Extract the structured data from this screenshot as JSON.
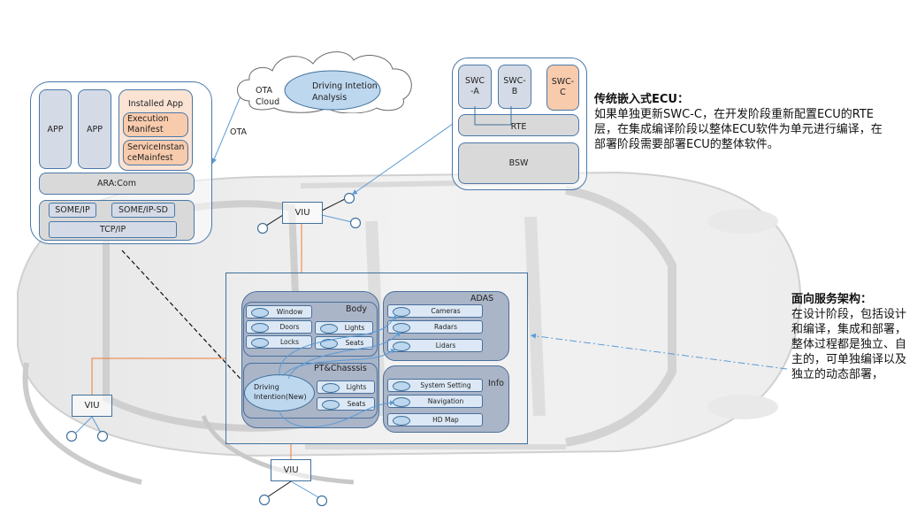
{
  "adaptive_platform": {
    "apps": [
      "APP",
      "APP"
    ],
    "installed_app": {
      "title": "Installed App",
      "items": [
        "Execution Manifest",
        "ServiceInstanceMainfest"
      ]
    },
    "middleware": "ARA:Com",
    "protocols": [
      "SOME/IP",
      "SOME/IP-SD",
      "TCP/IP"
    ]
  },
  "cloud": {
    "label_line1": "OTA",
    "label_line2": "Cloud",
    "service_line1": "Driving Intetion",
    "service_line2": "Analysis",
    "link_label": "OTA"
  },
  "classic_ecu": {
    "swcs": [
      {
        "line1": "SWC",
        "line2": "-A"
      },
      {
        "line1": "SWC-",
        "line2": "B"
      },
      {
        "line1": "SWC-",
        "line2": "C"
      }
    ],
    "rte": "RTE",
    "bsw": "BSW"
  },
  "viu_label": "VIU",
  "domains": {
    "body": {
      "title": "Body",
      "services": [
        "Window",
        "Doors",
        "Locks",
        "Lights",
        "Seats"
      ]
    },
    "adas": {
      "title": "ADAS",
      "services": [
        "Cameras",
        "Radars",
        "Lidars"
      ]
    },
    "pt_chassis": {
      "title": "PT&Chasssis",
      "driving_intention": "Driving Intention(New)",
      "driving_line1": "Driving",
      "driving_line2": "Intention(New)",
      "services": [
        "Lights",
        "Seats"
      ]
    },
    "info": {
      "title": "Info",
      "services": [
        "System Setting",
        "Navigation",
        "HD Map"
      ]
    }
  },
  "notes": {
    "traditional": {
      "title": "传统嵌入式ECU：",
      "body": "如果单独更新SWC-C，在开发阶段重新配置ECU的RTE层，在集成编译阶段以整体ECU软件为单元进行编译，在部署阶段需要部署ECU的整体软件。"
    },
    "soa": {
      "title": "面向服务架构：",
      "body": "在设计阶段，包括设计和编译，集成和部署，整体过程都是独立、自主的，可单独编译以及独立的动态部署，"
    }
  },
  "colors": {
    "app_fill": "#d5dbe6",
    "middleware_fill": "#d9d9d9",
    "installed_fill": "#fbe3d4",
    "manifest_fill": "#f8cbad",
    "domain_fill": "#aab5c8",
    "service_fill": "#dce8f5",
    "border_blue": "#4a78a8",
    "link_orange": "#ed7d31",
    "link_blue": "#5b9bd5"
  }
}
